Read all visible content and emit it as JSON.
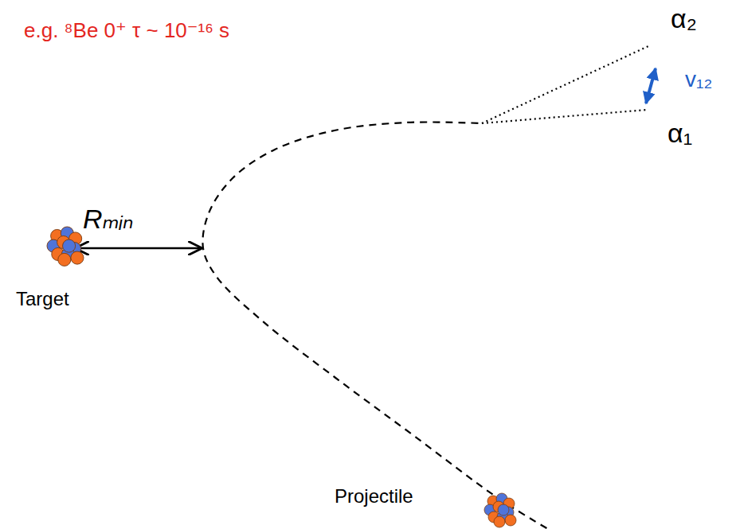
{
  "diagram": {
    "labels": [
      "e.g. ⁸Be 0⁺ τ ~ 10⁻¹⁶ s",
      "α₂",
      "v₁₂",
      "α₁",
      "Rₘᵢₙ",
      "Target",
      "Projectile"
    ]
  }
}
